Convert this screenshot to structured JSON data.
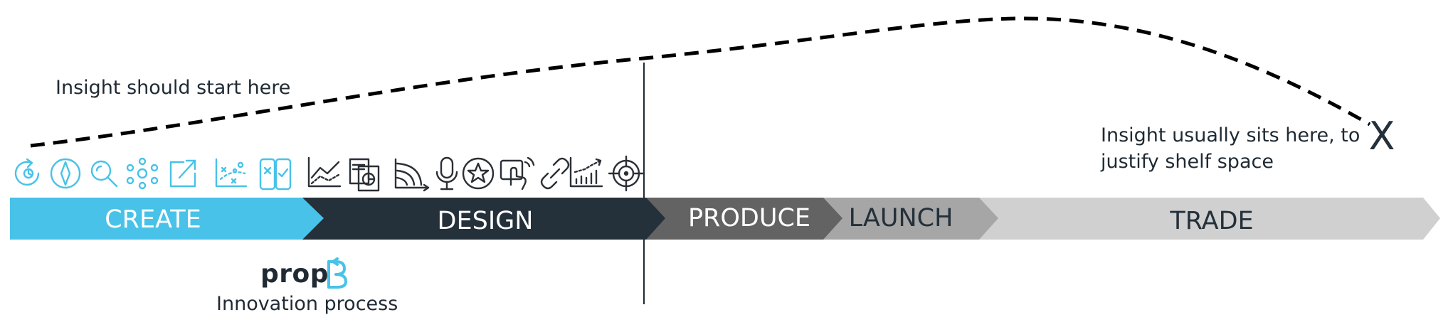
{
  "annotations": {
    "start": "Insight should start here",
    "end_line1": "Insight usually sits here, to",
    "end_line2": "justify shelf space",
    "end_marker": "X"
  },
  "brand": {
    "name": "propB",
    "subtitle": "Innovation process"
  },
  "stages": [
    {
      "label": "CREATE",
      "fill": "#48c2e8",
      "text_color": "#ffffff"
    },
    {
      "label": "DESIGN",
      "fill": "#24303a",
      "text_color": "#ffffff"
    },
    {
      "label": "PRODUCE",
      "fill": "#636363",
      "text_color": "#ffffff"
    },
    {
      "label": "LAUNCH",
      "fill": "#a6a6a6",
      "text_color": "#24303a"
    },
    {
      "label": "TRADE",
      "fill": "#d0d0d0",
      "text_color": "#24303a"
    }
  ],
  "colors": {
    "accent": "#48c2e8",
    "dark": "#24303a",
    "curve": "#000000"
  },
  "icons": {
    "create": [
      "refresh-cycle-icon",
      "compass-icon",
      "magnifier-icon",
      "network-icon",
      "external-link-icon",
      "scatter-plot-icon",
      "phone-checklist-icon"
    ],
    "design": [
      "line-chart-icon",
      "documents-icon",
      "growth-curve-icon",
      "microphone-icon",
      "star-badge-icon",
      "touch-screen-icon",
      "link-icon",
      "bar-trend-icon",
      "target-icon"
    ]
  }
}
